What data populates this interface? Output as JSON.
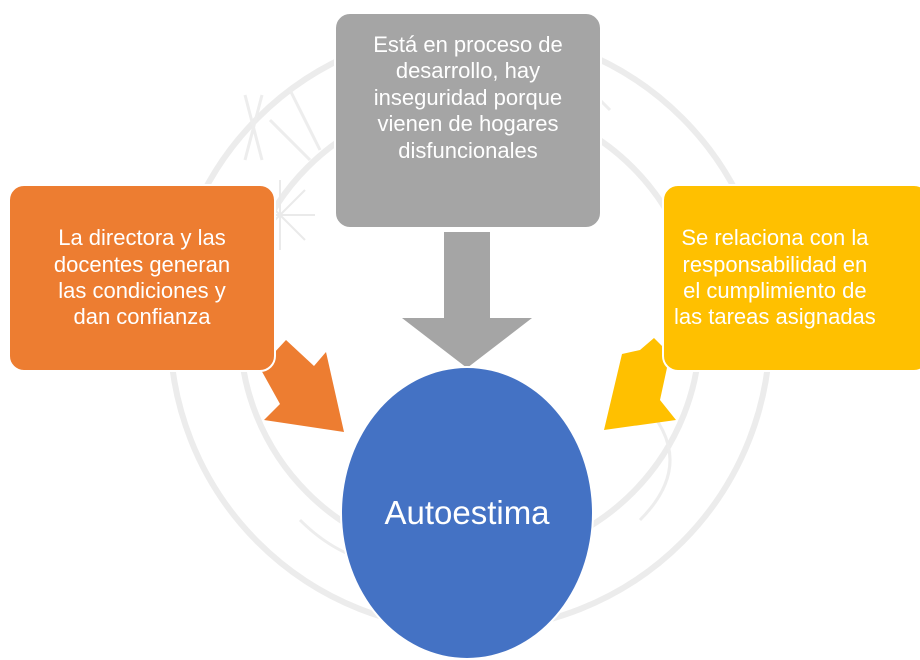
{
  "diagram": {
    "center": {
      "label": "Autoestima",
      "color": "#4472C4"
    },
    "nodes": [
      {
        "id": "left",
        "text": "La directora y las\ndocentes generan\nlas condiciones y\ndan confianza",
        "color": "#ED7D31"
      },
      {
        "id": "top",
        "text": "Está en proceso de\ndesarrollo, hay\ninseguridad porque\nvienen de hogares\ndisfuncionales",
        "color": "#A5A5A5"
      },
      {
        "id": "right",
        "text": "Se relaciona con la\nresponsabilidad en\nel cumplimiento de\nlas tareas asignadas",
        "color": "#FFC000"
      }
    ]
  }
}
